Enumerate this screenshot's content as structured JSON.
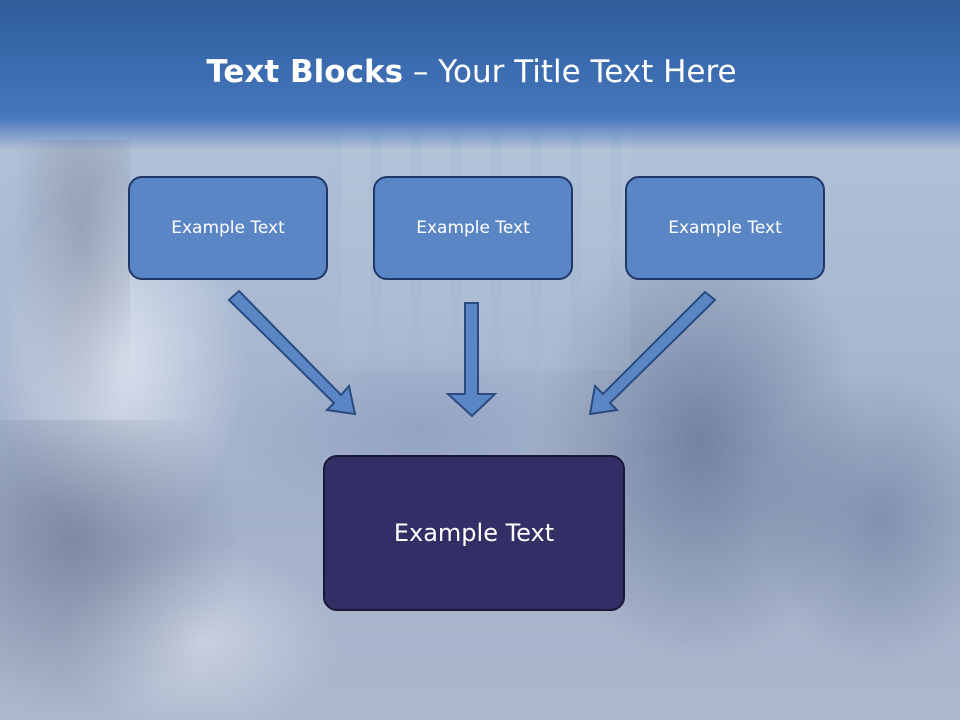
{
  "slide": {
    "title_bold": "Text Blocks",
    "title_dash": " – ",
    "title_rest": "Your Title Text Here"
  },
  "blocks": {
    "top_left": "Example Text",
    "top_center": "Example Text",
    "top_right": "Example Text",
    "main": "Example Text"
  },
  "colors": {
    "header": "#3c6cb0",
    "block_fill": "#5b86c6",
    "main_fill": "#332f66",
    "arrow_fill": "#5b86c6",
    "arrow_stroke": "#2a4a80"
  },
  "icons": {
    "arrows": [
      "arrow-down-right-icon",
      "arrow-down-icon",
      "arrow-down-left-icon"
    ]
  }
}
